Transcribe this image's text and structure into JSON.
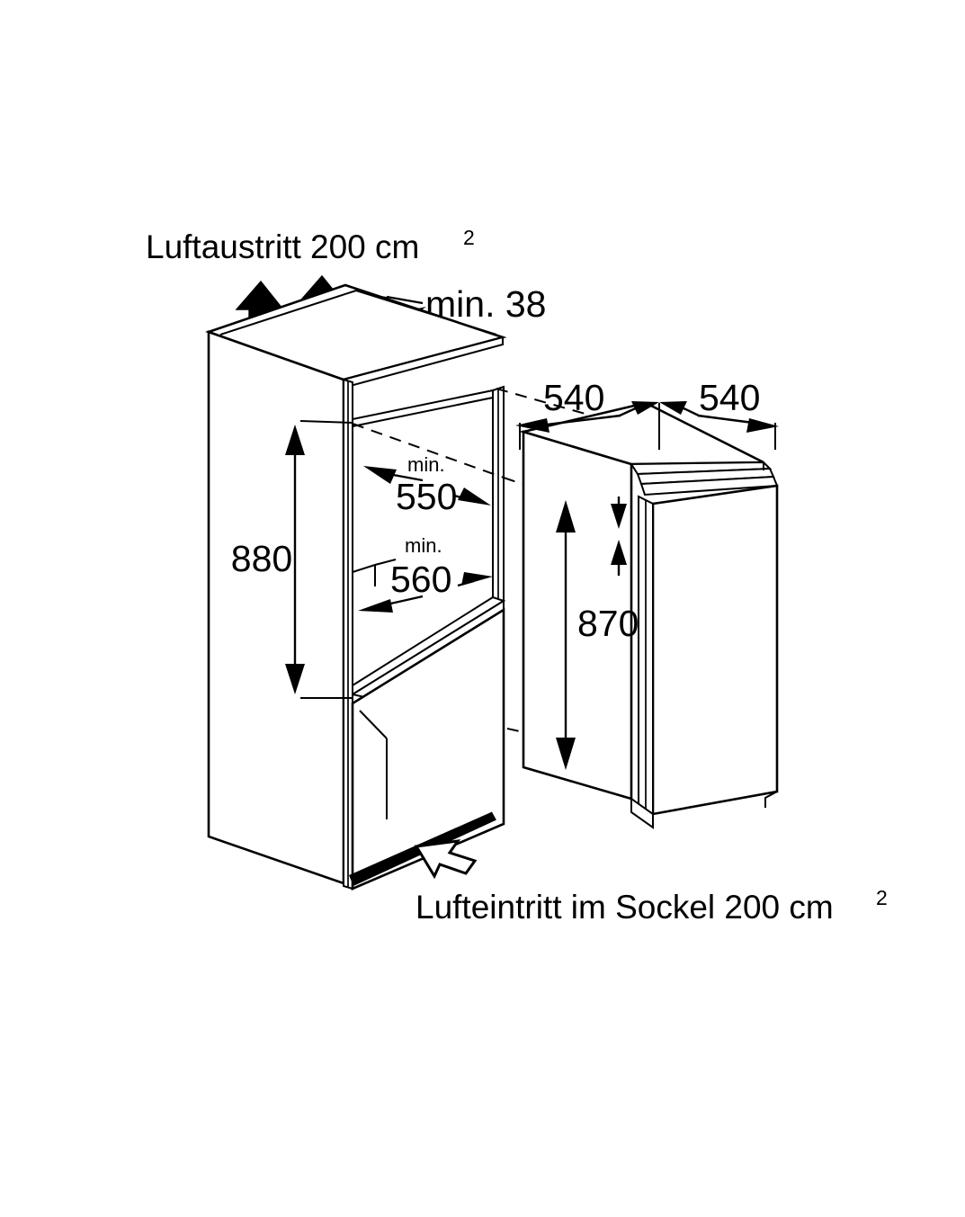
{
  "document": {
    "title": "Einbau-Kühlschrank Nischenmaß Einbauzeichnung",
    "background_color": "#ffffff",
    "line_color": "#000000"
  },
  "annotations": {
    "air_outlet": {
      "label": "Luftaustritt 200 cm",
      "superscript": "2",
      "icon": "up-arrow-icon",
      "arrow_count": 2
    },
    "air_inlet": {
      "label": "Lufteintritt  im Sockel 200 cm",
      "superscript": "2",
      "icon": "hollow-arrow-icon"
    }
  },
  "dimensions": {
    "gap_top": {
      "label": "min. 38",
      "value": 38,
      "unit": "mm",
      "qualifier": "min.",
      "target": "niche-top-gap"
    },
    "niche_height": {
      "label": "880",
      "value": 880,
      "unit": "mm",
      "qualifier": "",
      "target": "niche-height"
    },
    "niche_depth": {
      "qualifier": "min.",
      "label": "550",
      "value": 550,
      "unit": "mm",
      "target": "niche-depth"
    },
    "niche_width": {
      "qualifier": "min.",
      "label": "560",
      "value": 560,
      "unit": "mm",
      "target": "niche-width"
    },
    "appliance_width": {
      "label": "540",
      "value": 540,
      "unit": "mm",
      "target": "appliance-width"
    },
    "appliance_depth": {
      "label": "540",
      "value": 540,
      "unit": "mm",
      "target": "appliance-depth"
    },
    "appliance_height": {
      "label": "870",
      "value": 870,
      "unit": "mm",
      "target": "appliance-height"
    }
  },
  "figures": {
    "left": {
      "name": "niche-cabinet-isometric",
      "description": "Küchen-Einbaunische mit Sockel"
    },
    "right": {
      "name": "appliance-isometric",
      "description": "Einbau-Kühlgerät mit Tür"
    }
  }
}
